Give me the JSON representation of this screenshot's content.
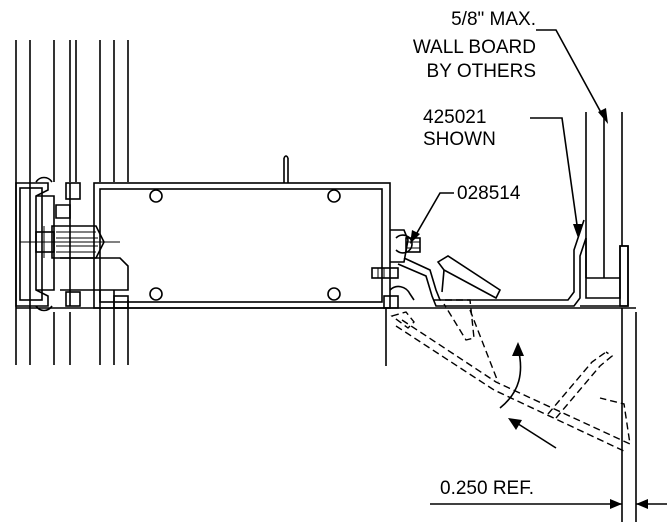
{
  "callouts": {
    "wallboard": [
      "5/8\" MAX.",
      "WALL BOARD",
      "BY OTHERS"
    ],
    "part_shown": [
      "425021",
      "SHOWN"
    ],
    "part_clip": "028514",
    "dimension": "0.250 REF."
  }
}
